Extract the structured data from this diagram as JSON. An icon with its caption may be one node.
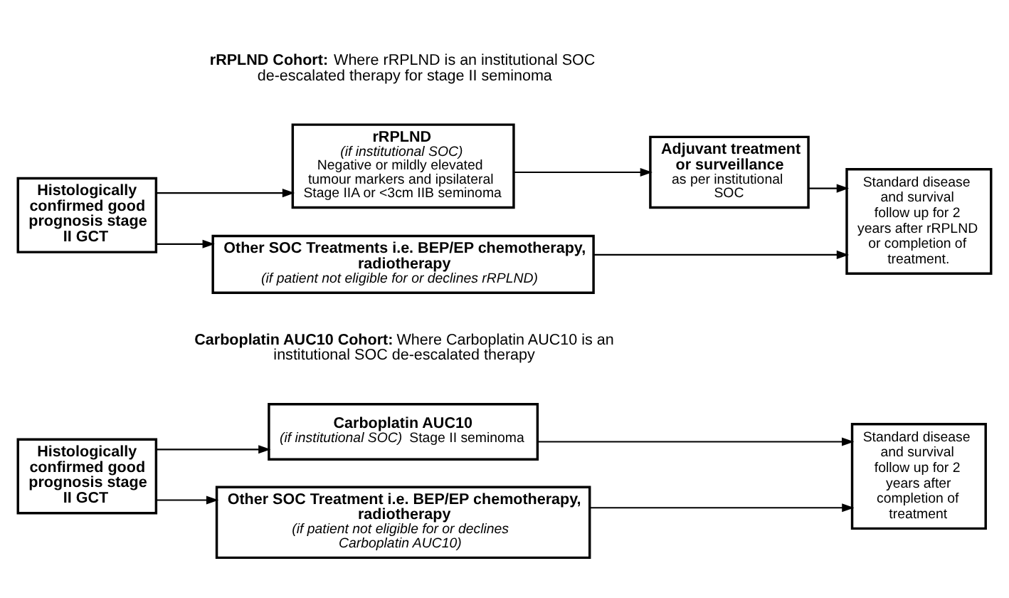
{
  "diagram": {
    "nodes": [
      {
        "text": [
          "Histologically confirmed good prognosis stage II GCT"
        ]
      },
      {
        "text": [
          "rRPLND",
          "(if institutional SOC)",
          "Negative or mildly elevated tumour markers and ipsilateral Stage IIA or <3cm IIB seminoma"
        ]
      },
      {
        "text": [
          "Adjuvant treatment or surveillance",
          "as per institutional SOC"
        ]
      },
      {
        "text": [
          "Other SOC Treatments i.e. BEP/EP chemotherapy, radiotherapy",
          "(if patient not eligible for or declines rRPLND)"
        ]
      },
      {
        "text": [
          "Standard disease and survival follow up for 2 years after rRPLND or completion of treatment."
        ]
      },
      {
        "text": [
          "Histologically confirmed good prognosis stage II GCT"
        ]
      },
      {
        "text": [
          "Carboplatin AUC10",
          "*(if institutional SOC)* Stage II seminoma"
        ]
      },
      {
        "text": [
          "Other SOC Treatment i.e. BEP/EP chemotherapy, radiotherapy",
          "(if patient not eligible for or declines Carboplatin AUC10)"
        ]
      },
      {
        "text": [
          "Standard disease and survival follow up for 2 years after completion of treatment"
        ]
      }
    ],
    "edges": [
      {
        "from": 0,
        "to": 1,
        "arrow": "to"
      },
      {
        "from": 0,
        "to": 3,
        "arrow": "to"
      },
      {
        "from": 1,
        "to": 2,
        "arrow": "to"
      },
      {
        "from": 2,
        "to": 4,
        "arrow": "to"
      },
      {
        "from": 3,
        "to": 4,
        "arrow": "to"
      },
      {
        "from": 5,
        "to": 6,
        "arrow": "to"
      },
      {
        "from": 5,
        "to": 7,
        "arrow": "to"
      },
      {
        "from": 6,
        "to": 8,
        "arrow": "to"
      },
      {
        "from": 7,
        "to": 8,
        "arrow": "to"
      }
    ],
    "labels": [
      "**rRPLND Cohort:** Where rRPLND is an institutional SOC de-escalated therapy for stage II seminoma",
      "**Carboplatin AUC10 Cohort:** Where Carboplatin AUC10 is an institutional SOC de-escalated therapy"
    ]
  }
}
